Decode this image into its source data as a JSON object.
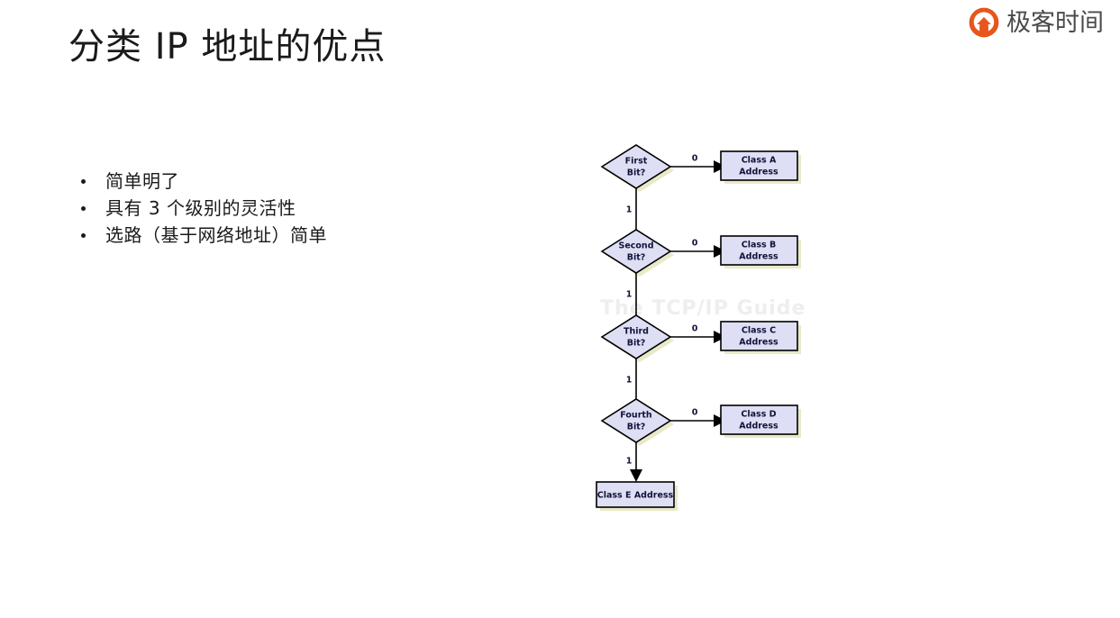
{
  "brand": {
    "icon": "geekbang-circle-arrow-icon",
    "text": "极客时间",
    "accent_color": "#E8561B",
    "text_color": "#4a4a4a"
  },
  "slide": {
    "title": "分类 IP 地址的优点",
    "bullets": [
      "简单明了",
      "具有 3 个级别的灵活性",
      "选路（基于网络地址）简单"
    ]
  },
  "figure": {
    "watermark": "The TCP/IP Guide",
    "colors": {
      "node_fill": "#dedef4",
      "node_stroke": "#000000",
      "node_shadow": "#e9e9c9",
      "node_text": "#12123a",
      "watermark": "#eeeeee"
    },
    "decisions": [
      {
        "line1": "First",
        "line2": "Bit?",
        "no_label": "0",
        "yes_label": "1",
        "result": {
          "line1": "Class A",
          "line2": "Address"
        }
      },
      {
        "line1": "Second",
        "line2": "Bit?",
        "no_label": "0",
        "yes_label": "1",
        "result": {
          "line1": "Class B",
          "line2": "Address"
        }
      },
      {
        "line1": "Third",
        "line2": "Bit?",
        "no_label": "0",
        "yes_label": "1",
        "result": {
          "line1": "Class C",
          "line2": "Address"
        }
      },
      {
        "line1": "Fourth",
        "line2": "Bit?",
        "no_label": "0",
        "yes_label": "1",
        "result": {
          "line1": "Class D",
          "line2": "Address"
        }
      }
    ],
    "terminal": {
      "label": "Class E Address"
    }
  }
}
